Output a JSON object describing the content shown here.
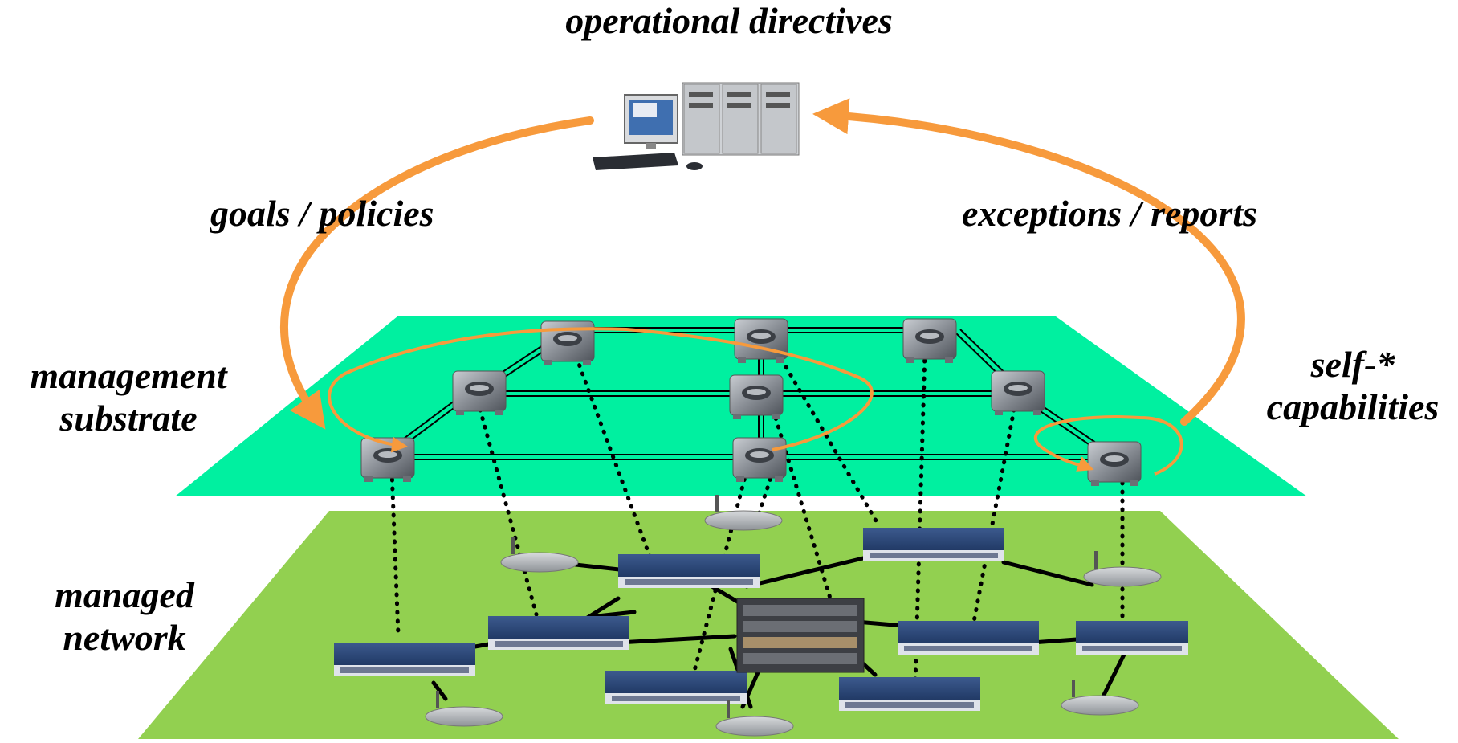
{
  "labels": {
    "title": "operational directives",
    "goals": "goals / policies",
    "exceptions": "exceptions / reports",
    "management_line1": "management",
    "management_line2": "substrate",
    "self_line1": "self-*",
    "self_line2": "capabilities",
    "managed_line1": "managed",
    "managed_line2": "network"
  },
  "colors": {
    "substrate_plane": "#00f0a0",
    "network_plane": "#92d050",
    "feedback_arrow": "#f79a3c",
    "node_body": "#8a8f96",
    "router_body": "#1f3a6b"
  },
  "icons": {
    "operator_station": "workstation-with-servers-icon",
    "management_node": "management-appliance-icon",
    "router": "network-router-icon",
    "wireless_ap": "wireless-access-point-icon",
    "core_switch": "core-switch-chassis-icon"
  }
}
